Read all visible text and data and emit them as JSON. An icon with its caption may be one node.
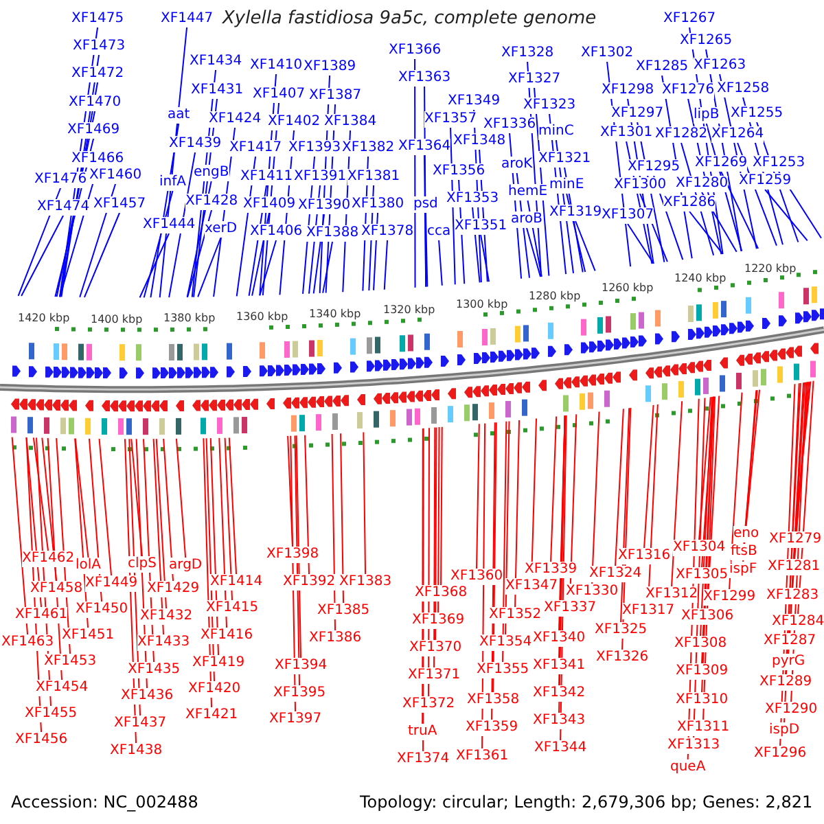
{
  "diagram": {
    "title": "Xylella fastidiosa 9a5c, complete genome",
    "nodes": [
      {
        "text": [
          "XF1475"
        ]
      },
      {
        "text": [
          "XF1473"
        ]
      },
      {
        "text": [
          "XF1472"
        ]
      },
      {
        "text": [
          "XF1470"
        ]
      },
      {
        "text": [
          "XF1469"
        ]
      },
      {
        "text": [
          "XF1466"
        ]
      },
      {
        "text": [
          "XF1476"
        ]
      },
      {
        "text": [
          "XF1460"
        ]
      },
      {
        "text": [
          "XF1474"
        ]
      },
      {
        "text": [
          "XF1457"
        ]
      },
      {
        "text": [
          "XF1447"
        ]
      },
      {
        "text": [
          "aat"
        ]
      },
      {
        "text": [
          "XF1439"
        ]
      },
      {
        "text": [
          "infA"
        ]
      },
      {
        "text": [
          "XF1444"
        ]
      },
      {
        "text": [
          "XF1434"
        ]
      },
      {
        "text": [
          "XF1431"
        ]
      },
      {
        "text": [
          "XF1424"
        ]
      },
      {
        "text": [
          "engB"
        ]
      },
      {
        "text": [
          "XF1428"
        ]
      },
      {
        "text": [
          "xerD"
        ]
      },
      {
        "text": [
          "XF1417"
        ]
      },
      {
        "text": [
          "XF1411"
        ]
      },
      {
        "text": [
          "XF1409"
        ]
      },
      {
        "text": [
          "XF1406"
        ]
      },
      {
        "text": [
          "XF1410"
        ]
      },
      {
        "text": [
          "XF1407"
        ]
      },
      {
        "text": [
          "XF1402"
        ]
      },
      {
        "text": [
          "XF1393"
        ]
      },
      {
        "text": [
          "XF1391"
        ]
      },
      {
        "text": [
          "XF1390"
        ]
      },
      {
        "text": [
          "XF1388"
        ]
      },
      {
        "text": [
          "XF1389"
        ]
      },
      {
        "text": [
          "XF1387"
        ]
      },
      {
        "text": [
          "XF1384"
        ]
      },
      {
        "text": [
          "XF1382"
        ]
      },
      {
        "text": [
          "XF1381"
        ]
      },
      {
        "text": [
          "XF1380"
        ]
      },
      {
        "text": [
          "XF1378"
        ]
      },
      {
        "text": [
          "XF1366"
        ]
      },
      {
        "text": [
          "XF1363"
        ]
      },
      {
        "text": [
          "XF1364"
        ]
      },
      {
        "text": [
          "psd"
        ]
      },
      {
        "text": [
          "cca"
        ]
      },
      {
        "text": [
          "XF1349"
        ]
      },
      {
        "text": [
          "XF1357"
        ]
      },
      {
        "text": [
          "XF1348"
        ]
      },
      {
        "text": [
          "XF1356"
        ]
      },
      {
        "text": [
          "XF1353"
        ]
      },
      {
        "text": [
          "XF1351"
        ]
      },
      {
        "text": [
          "XF1336"
        ]
      },
      {
        "text": [
          "aroK"
        ]
      },
      {
        "text": [
          "hemE"
        ]
      },
      {
        "text": [
          "aroB"
        ]
      },
      {
        "text": [
          "XF1328"
        ]
      },
      {
        "text": [
          "XF1327"
        ]
      },
      {
        "text": [
          "XF1323"
        ]
      },
      {
        "text": [
          "minC"
        ]
      },
      {
        "text": [
          "XF1321"
        ]
      },
      {
        "text": [
          "minE"
        ]
      },
      {
        "text": [
          "XF1319"
        ]
      },
      {
        "text": [
          "XF1302"
        ]
      },
      {
        "text": [
          "XF1298"
        ]
      },
      {
        "text": [
          "XF1297"
        ]
      },
      {
        "text": [
          "XF1301"
        ]
      },
      {
        "text": [
          "XF1295"
        ]
      },
      {
        "text": [
          "XF1300"
        ]
      },
      {
        "text": [
          "XF1307"
        ]
      },
      {
        "text": [
          "XF1285"
        ]
      },
      {
        "text": [
          "XF1276"
        ]
      },
      {
        "text": [
          "XF1282"
        ]
      },
      {
        "text": [
          "XF1280"
        ]
      },
      {
        "text": [
          "XF1286"
        ]
      },
      {
        "text": [
          "lipB"
        ]
      },
      {
        "text": [
          "XF1264"
        ]
      },
      {
        "text": [
          "XF1269"
        ]
      },
      {
        "text": [
          "XF1267"
        ]
      },
      {
        "text": [
          "XF1265"
        ]
      },
      {
        "text": [
          "XF1263"
        ]
      },
      {
        "text": [
          "XF1258"
        ]
      },
      {
        "text": [
          "XF1255"
        ]
      },
      {
        "text": [
          "XF1253"
        ]
      },
      {
        "text": [
          "XF1259"
        ]
      },
      {
        "text": [
          "XF1462"
        ]
      },
      {
        "text": [
          "XF1458"
        ]
      },
      {
        "text": [
          "XF1461"
        ]
      },
      {
        "text": [
          "XF1463"
        ]
      },
      {
        "text": [
          "lolA"
        ]
      },
      {
        "text": [
          "XF1449"
        ]
      },
      {
        "text": [
          "XF1450"
        ]
      },
      {
        "text": [
          "XF1451"
        ]
      },
      {
        "text": [
          "XF1453"
        ]
      },
      {
        "text": [
          "XF1454"
        ]
      },
      {
        "text": [
          "XF1455"
        ]
      },
      {
        "text": [
          "XF1456"
        ]
      },
      {
        "text": [
          "clpS"
        ]
      },
      {
        "text": [
          "argD"
        ]
      },
      {
        "text": [
          "XF1429"
        ]
      },
      {
        "text": [
          "XF1432"
        ]
      },
      {
        "text": [
          "XF1433"
        ]
      },
      {
        "text": [
          "XF1435"
        ]
      },
      {
        "text": [
          "XF1436"
        ]
      },
      {
        "text": [
          "XF1437"
        ]
      },
      {
        "text": [
          "XF1438"
        ]
      },
      {
        "text": [
          "XF1414"
        ]
      },
      {
        "text": [
          "XF1415"
        ]
      },
      {
        "text": [
          "XF1416"
        ]
      },
      {
        "text": [
          "XF1419"
        ]
      },
      {
        "text": [
          "XF1420"
        ]
      },
      {
        "text": [
          "XF1421"
        ]
      },
      {
        "text": [
          "XF1398"
        ]
      },
      {
        "text": [
          "XF1392"
        ]
      },
      {
        "text": [
          "XF1383"
        ]
      },
      {
        "text": [
          "XF1385"
        ]
      },
      {
        "text": [
          "XF1386"
        ]
      },
      {
        "text": [
          "XF1394"
        ]
      },
      {
        "text": [
          "XF1395"
        ]
      },
      {
        "text": [
          "XF1397"
        ]
      },
      {
        "text": [
          "XF1368"
        ]
      },
      {
        "text": [
          "XF1369"
        ]
      },
      {
        "text": [
          "XF1370"
        ]
      },
      {
        "text": [
          "XF1371"
        ]
      },
      {
        "text": [
          "XF1372"
        ]
      },
      {
        "text": [
          "truA"
        ]
      },
      {
        "text": [
          "XF1374"
        ]
      },
      {
        "text": [
          "XF1360"
        ]
      },
      {
        "text": [
          "XF1352"
        ]
      },
      {
        "text": [
          "XF1354"
        ]
      },
      {
        "text": [
          "XF1355"
        ]
      },
      {
        "text": [
          "XF1358"
        ]
      },
      {
        "text": [
          "XF1359"
        ]
      },
      {
        "text": [
          "XF1361"
        ]
      },
      {
        "text": [
          "XF1347"
        ]
      },
      {
        "text": [
          "XF1339"
        ]
      },
      {
        "text": [
          "XF1337"
        ]
      },
      {
        "text": [
          "XF1340"
        ]
      },
      {
        "text": [
          "XF1341"
        ]
      },
      {
        "text": [
          "XF1342"
        ]
      },
      {
        "text": [
          "XF1343"
        ]
      },
      {
        "text": [
          "XF1344"
        ]
      },
      {
        "text": [
          "XF1330"
        ]
      },
      {
        "text": [
          "XF1324"
        ]
      },
      {
        "text": [
          "XF1325"
        ]
      },
      {
        "text": [
          "XF1326"
        ]
      },
      {
        "text": [
          "XF1316"
        ]
      },
      {
        "text": [
          "XF1317"
        ]
      },
      {
        "text": [
          "XF1312"
        ]
      },
      {
        "text": [
          "XF1304"
        ]
      },
      {
        "text": [
          "XF1305"
        ]
      },
      {
        "text": [
          "XF1306"
        ]
      },
      {
        "text": [
          "XF1308"
        ]
      },
      {
        "text": [
          "XF1309"
        ]
      },
      {
        "text": [
          "XF1310"
        ]
      },
      {
        "text": [
          "XF1311"
        ]
      },
      {
        "text": [
          "XF1313"
        ]
      },
      {
        "text": [
          "queA"
        ]
      },
      {
        "text": [
          "XF1299"
        ]
      },
      {
        "text": [
          "eno"
        ]
      },
      {
        "text": [
          "ftsB"
        ]
      },
      {
        "text": [
          "ispF"
        ]
      },
      {
        "text": [
          "XF1279"
        ]
      },
      {
        "text": [
          "XF1281"
        ]
      },
      {
        "text": [
          "XF1283"
        ]
      },
      {
        "text": [
          "XF1284"
        ]
      },
      {
        "text": [
          "XF1287"
        ]
      },
      {
        "text": [
          "pyrG"
        ]
      },
      {
        "text": [
          "XF1289"
        ]
      },
      {
        "text": [
          "XF1290"
        ]
      },
      {
        "text": [
          "ispD"
        ]
      },
      {
        "text": [
          "XF1296"
        ]
      }
    ],
    "edges": [
      {
        "from": 0,
        "to": null,
        "arrow": "none",
        "color": "#0000ff"
      },
      {
        "from": 1,
        "to": null,
        "arrow": "none",
        "color": "#0000ff"
      },
      {
        "from": 2,
        "to": null,
        "arrow": "none",
        "color": "#0000ff"
      },
      {
        "from": 3,
        "to": null,
        "arrow": "none",
        "color": "#0000ff"
      },
      {
        "from": 4,
        "to": null,
        "arrow": "none",
        "color": "#0000ff"
      },
      {
        "from": 5,
        "to": null,
        "arrow": "none",
        "color": "#0000ff"
      },
      {
        "from": 6,
        "to": null,
        "arrow": "none",
        "color": "#0000ff"
      },
      {
        "from": 7,
        "to": null,
        "arrow": "none",
        "color": "#0000ff"
      },
      {
        "from": 8,
        "to": null,
        "arrow": "none",
        "color": "#0000ff"
      },
      {
        "from": 9,
        "to": null,
        "arrow": "none",
        "color": "#0000ff"
      },
      {
        "from": 10,
        "to": null,
        "arrow": "none",
        "color": "#0000ff"
      },
      {
        "from": 11,
        "to": null,
        "arrow": "none",
        "color": "#0000ff"
      },
      {
        "from": 12,
        "to": null,
        "arrow": "none",
        "color": "#0000ff"
      },
      {
        "from": 13,
        "to": null,
        "arrow": "none",
        "color": "#0000ff"
      },
      {
        "from": 14,
        "to": null,
        "arrow": "none",
        "color": "#0000ff"
      },
      {
        "from": 15,
        "to": null,
        "arrow": "none",
        "color": "#0000ff"
      },
      {
        "from": 16,
        "to": null,
        "arrow": "none",
        "color": "#0000ff"
      },
      {
        "from": 17,
        "to": null,
        "arrow": "none",
        "color": "#0000ff"
      },
      {
        "from": 18,
        "to": null,
        "arrow": "none",
        "color": "#0000ff"
      },
      {
        "from": 19,
        "to": null,
        "arrow": "none",
        "color": "#0000ff"
      },
      {
        "from": 20,
        "to": null,
        "arrow": "none",
        "color": "#0000ff"
      },
      {
        "from": 21,
        "to": null,
        "arrow": "none",
        "color": "#0000ff"
      },
      {
        "from": 22,
        "to": null,
        "arrow": "none",
        "color": "#0000ff"
      },
      {
        "from": 23,
        "to": null,
        "arrow": "none",
        "color": "#0000ff"
      },
      {
        "from": 24,
        "to": null,
        "arrow": "none",
        "color": "#0000ff"
      },
      {
        "from": 25,
        "to": null,
        "arrow": "none",
        "color": "#0000ff"
      },
      {
        "from": 26,
        "to": null,
        "arrow": "none",
        "color": "#0000ff"
      },
      {
        "from": 27,
        "to": null,
        "arrow": "none",
        "color": "#0000ff"
      },
      {
        "from": 28,
        "to": null,
        "arrow": "none",
        "color": "#0000ff"
      },
      {
        "from": 29,
        "to": null,
        "arrow": "none",
        "color": "#0000ff"
      },
      {
        "from": 30,
        "to": null,
        "arrow": "none",
        "color": "#0000ff"
      },
      {
        "from": 31,
        "to": null,
        "arrow": "none",
        "color": "#0000ff"
      },
      {
        "from": 32,
        "to": null,
        "arrow": "none",
        "color": "#0000ff"
      },
      {
        "from": 33,
        "to": null,
        "arrow": "none",
        "color": "#0000ff"
      },
      {
        "from": 34,
        "to": null,
        "arrow": "none",
        "color": "#0000ff"
      },
      {
        "from": 35,
        "to": null,
        "arrow": "none",
        "color": "#0000ff"
      },
      {
        "from": 36,
        "to": null,
        "arrow": "none",
        "color": "#0000ff"
      },
      {
        "from": 37,
        "to": null,
        "arrow": "none",
        "color": "#0000ff"
      },
      {
        "from": 38,
        "to": null,
        "arrow": "none",
        "color": "#0000ff"
      },
      {
        "from": 39,
        "to": null,
        "arrow": "none",
        "color": "#0000ff"
      },
      {
        "from": 40,
        "to": null,
        "arrow": "none",
        "color": "#0000ff"
      },
      {
        "from": 41,
        "to": null,
        "arrow": "none",
        "color": "#0000ff"
      },
      {
        "from": 42,
        "to": null,
        "arrow": "none",
        "color": "#0000ff"
      },
      {
        "from": 43,
        "to": null,
        "arrow": "none",
        "color": "#0000ff"
      },
      {
        "from": 44,
        "to": null,
        "arrow": "none",
        "color": "#0000ff"
      },
      {
        "from": 45,
        "to": null,
        "arrow": "none",
        "color": "#0000ff"
      },
      {
        "from": 46,
        "to": null,
        "arrow": "none",
        "color": "#0000ff"
      },
      {
        "from": 47,
        "to": null,
        "arrow": "none",
        "color": "#0000ff"
      },
      {
        "from": 48,
        "to": null,
        "arrow": "none",
        "color": "#0000ff"
      },
      {
        "from": 49,
        "to": null,
        "arrow": "none",
        "color": "#0000ff"
      },
      {
        "from": 50,
        "to": null,
        "arrow": "none",
        "color": "#0000ff"
      },
      {
        "from": 51,
        "to": null,
        "arrow": "none",
        "color": "#0000ff"
      },
      {
        "from": 52,
        "to": null,
        "arrow": "none",
        "color": "#0000ff"
      },
      {
        "from": 53,
        "to": null,
        "arrow": "none",
        "color": "#0000ff"
      },
      {
        "from": 54,
        "to": null,
        "arrow": "none",
        "color": "#0000ff"
      },
      {
        "from": 55,
        "to": null,
        "arrow": "none",
        "color": "#0000ff"
      },
      {
        "from": 56,
        "to": null,
        "arrow": "none",
        "color": "#0000ff"
      },
      {
        "from": 57,
        "to": null,
        "arrow": "none",
        "color": "#0000ff"
      },
      {
        "from": 58,
        "to": null,
        "arrow": "none",
        "color": "#0000ff"
      },
      {
        "from": 59,
        "to": null,
        "arrow": "none",
        "color": "#0000ff"
      },
      {
        "from": 60,
        "to": null,
        "arrow": "none",
        "color": "#0000ff"
      },
      {
        "from": 61,
        "to": null,
        "arrow": "none",
        "color": "#0000ff"
      },
      {
        "from": 62,
        "to": null,
        "arrow": "none",
        "color": "#0000ff"
      },
      {
        "from": 63,
        "to": null,
        "arrow": "none",
        "color": "#0000ff"
      },
      {
        "from": 64,
        "to": null,
        "arrow": "none",
        "color": "#0000ff"
      },
      {
        "from": 65,
        "to": null,
        "arrow": "none",
        "color": "#0000ff"
      },
      {
        "from": 66,
        "to": null,
        "arrow": "none",
        "color": "#0000ff"
      },
      {
        "from": 67,
        "to": null,
        "arrow": "none",
        "color": "#0000ff"
      },
      {
        "from": 68,
        "to": null,
        "arrow": "none",
        "color": "#0000ff"
      },
      {
        "from": 69,
        "to": null,
        "arrow": "none",
        "color": "#0000ff"
      },
      {
        "from": 70,
        "to": null,
        "arrow": "none",
        "color": "#0000ff"
      },
      {
        "from": 71,
        "to": null,
        "arrow": "none",
        "color": "#0000ff"
      },
      {
        "from": 72,
        "to": null,
        "arrow": "none",
        "color": "#0000ff"
      },
      {
        "from": 73,
        "to": null,
        "arrow": "none",
        "color": "#0000ff"
      },
      {
        "from": 74,
        "to": null,
        "arrow": "none",
        "color": "#0000ff"
      },
      {
        "from": 75,
        "to": null,
        "arrow": "none",
        "color": "#0000ff"
      },
      {
        "from": 76,
        "to": null,
        "arrow": "none",
        "color": "#0000ff"
      },
      {
        "from": 77,
        "to": null,
        "arrow": "none",
        "color": "#0000ff"
      },
      {
        "from": 78,
        "to": null,
        "arrow": "none",
        "color": "#0000ff"
      },
      {
        "from": 79,
        "to": null,
        "arrow": "none",
        "color": "#0000ff"
      },
      {
        "from": 80,
        "to": null,
        "arrow": "none",
        "color": "#0000ff"
      },
      {
        "from": 81,
        "to": null,
        "arrow": "none",
        "color": "#0000ff"
      },
      {
        "from": 82,
        "to": null,
        "arrow": "none",
        "color": "#0000ff"
      },
      {
        "from": 83,
        "to": null,
        "arrow": "none"
      },
      {
        "from": 84,
        "to": null,
        "arrow": "none"
      },
      {
        "from": 85,
        "to": null,
        "arrow": "none"
      },
      {
        "from": 86,
        "to": null,
        "arrow": "none"
      },
      {
        "from": 87,
        "to": null,
        "arrow": "none"
      },
      {
        "from": 88,
        "to": null,
        "arrow": "none"
      },
      {
        "from": 89,
        "to": null,
        "arrow": "none"
      },
      {
        "from": 90,
        "to": null,
        "arrow": "none"
      },
      {
        "from": 91,
        "to": null,
        "arrow": "none"
      },
      {
        "from": 92,
        "to": null,
        "arrow": "none"
      },
      {
        "from": 93,
        "to": null,
        "arrow": "none"
      },
      {
        "from": 94,
        "to": null,
        "arrow": "none"
      },
      {
        "from": 95,
        "to": null,
        "arrow": "none"
      },
      {
        "from": 96,
        "to": null,
        "arrow": "none"
      },
      {
        "from": 97,
        "to": null,
        "arrow": "none"
      },
      {
        "from": 98,
        "to": null,
        "arrow": "none"
      },
      {
        "from": 99,
        "to": null,
        "arrow": "none"
      },
      {
        "from": 100,
        "to": null,
        "arrow": "none"
      },
      {
        "from": 101,
        "to": null,
        "arrow": "none"
      },
      {
        "from": 102,
        "to": null,
        "arrow": "none"
      },
      {
        "from": 103,
        "to": null,
        "arrow": "none"
      },
      {
        "from": 104,
        "to": null,
        "arrow": "none"
      },
      {
        "from": 105,
        "to": null,
        "arrow": "none"
      },
      {
        "from": 106,
        "to": null,
        "arrow": "none"
      },
      {
        "from": 107,
        "to": null,
        "arrow": "none"
      },
      {
        "from": 108,
        "to": null,
        "arrow": "none"
      },
      {
        "from": 109,
        "to": null,
        "arrow": "none"
      },
      {
        "from": 110,
        "to": null,
        "arrow": "none"
      },
      {
        "from": 111,
        "to": null,
        "arrow": "none"
      },
      {
        "from": 112,
        "to": null,
        "arrow": "none"
      },
      {
        "from": 113,
        "to": null,
        "arrow": "none"
      },
      {
        "from": 114,
        "to": null,
        "arrow": "none"
      },
      {
        "from": 115,
        "to": null,
        "arrow": "none"
      },
      {
        "from": 116,
        "to": null,
        "arrow": "none"
      },
      {
        "from": 117,
        "to": null,
        "arrow": "none"
      },
      {
        "from": 118,
        "to": null,
        "arrow": "none"
      },
      {
        "from": 119,
        "to": null,
        "arrow": "none"
      },
      {
        "from": 120,
        "to": null,
        "arrow": "none"
      },
      {
        "from": 121,
        "to": null,
        "arrow": "none"
      },
      {
        "from": 122,
        "to": null,
        "arrow": "none"
      },
      {
        "from": 123,
        "to": null,
        "arrow": "none"
      },
      {
        "from": 124,
        "to": null,
        "arrow": "none"
      },
      {
        "from": 125,
        "to": null,
        "arrow": "none"
      },
      {
        "from": 126,
        "to": null,
        "arrow": "none"
      },
      {
        "from": 127,
        "to": null,
        "arrow": "none"
      },
      {
        "from": 128,
        "to": null,
        "arrow": "none"
      },
      {
        "from": 129,
        "to": null,
        "arrow": "none"
      },
      {
        "from": 130,
        "to": null,
        "arrow": "none"
      },
      {
        "from": 131,
        "to": null,
        "arrow": "none"
      },
      {
        "from": 132,
        "to": null,
        "arrow": "none"
      },
      {
        "from": 133,
        "to": null,
        "arrow": "none"
      },
      {
        "from": 134,
        "to": null,
        "arrow": "none"
      },
      {
        "from": 135,
        "to": null,
        "arrow": "none"
      },
      {
        "from": 136,
        "to": null,
        "arrow": "none"
      },
      {
        "from": 137,
        "to": null,
        "arrow": "none"
      },
      {
        "from": 138,
        "to": null,
        "arrow": "none"
      },
      {
        "from": 139,
        "to": null,
        "arrow": "none"
      },
      {
        "from": 140,
        "to": null,
        "arrow": "none"
      },
      {
        "from": 141,
        "to": null,
        "arrow": "none"
      },
      {
        "from": 142,
        "to": null,
        "arrow": "none"
      },
      {
        "from": 143,
        "to": null,
        "arrow": "none"
      },
      {
        "from": 144,
        "to": null,
        "arrow": "none"
      },
      {
        "from": 145,
        "to": null,
        "arrow": "none"
      },
      {
        "from": 146,
        "to": null,
        "arrow": "none"
      },
      {
        "from": 147,
        "to": null,
        "arrow": "none"
      },
      {
        "from": 148,
        "to": null,
        "arrow": "none"
      },
      {
        "from": 149,
        "to": null,
        "arrow": "none"
      },
      {
        "from": 150,
        "to": null,
        "arrow": "none"
      },
      {
        "from": 151,
        "to": null,
        "arrow": "none"
      },
      {
        "from": 152,
        "to": null,
        "arrow": "none"
      },
      {
        "from": 153,
        "to": null,
        "arrow": "none"
      },
      {
        "from": 154,
        "to": null,
        "arrow": "none"
      },
      {
        "from": 155,
        "to": null,
        "arrow": "none"
      },
      {
        "from": 156,
        "to": null,
        "arrow": "none"
      },
      {
        "from": 157,
        "to": null,
        "arrow": "none"
      },
      {
        "from": 158,
        "to": null,
        "arrow": "none"
      },
      {
        "from": 159,
        "to": null,
        "arrow": "none"
      },
      {
        "from": 160,
        "to": null,
        "arrow": "none"
      },
      {
        "from": 161,
        "to": null,
        "arrow": "none"
      },
      {
        "from": 162,
        "to": null,
        "arrow": "none"
      },
      {
        "from": 163,
        "to": null,
        "arrow": "none"
      },
      {
        "from": 164,
        "to": null,
        "arrow": "none"
      },
      {
        "from": 165,
        "to": null,
        "arrow": "none"
      },
      {
        "from": 166,
        "to": null,
        "arrow": "none"
      },
      {
        "from": 167,
        "to": null,
        "arrow": "none"
      },
      {
        "from": 168,
        "to": null,
        "arrow": "none"
      },
      {
        "from": 169,
        "to": null,
        "arrow": "none"
      }
    ],
    "labels": [
      "1420 kbp",
      "1400 kbp",
      "1380 kbp",
      "1360 kbp",
      "1340 kbp",
      "1320 kbp",
      "1300 kbp",
      "1280 kbp",
      "1260 kbp",
      "1240 kbp",
      "1220 kbp",
      "Accession: NC_002488",
      "Topology: circular; Length: 2,679,306 bp; Genes: 2,821"
    ]
  }
}
